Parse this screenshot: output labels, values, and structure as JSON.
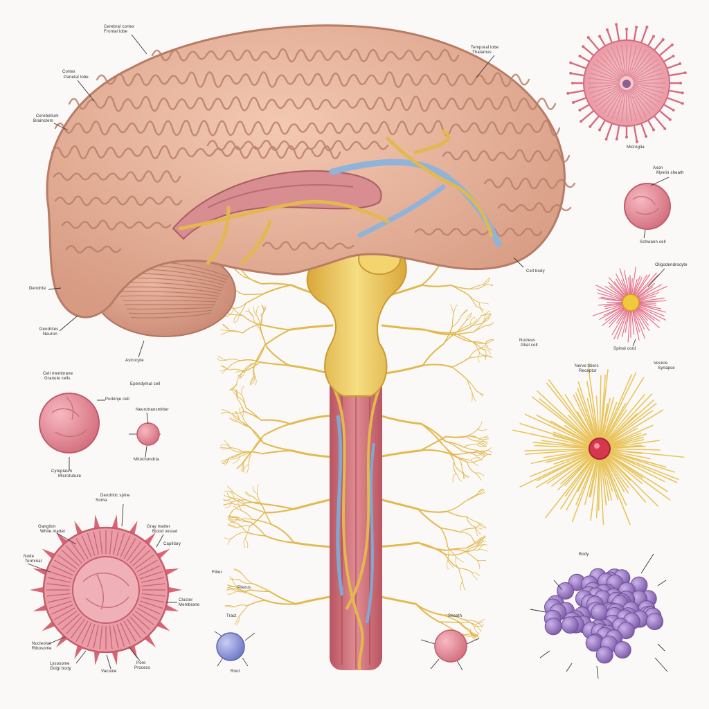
{
  "figure": {
    "palette": {
      "background": "#fbf9f7",
      "brain_cortex": "#e8b59b",
      "brain_fold_line": "#b97e69",
      "cerebellum": "#dca38e",
      "spinal_cord": "#cf6f78",
      "nerve_yellow": "#e9c45a",
      "vessel_blue": "#8fb3d9",
      "pink_cell": "#e58e9b",
      "purple_cluster": "#9a77c4",
      "blue_cell": "#8f97d6",
      "label_ink": "#2a2a2a"
    },
    "structures": [
      "cerebrum",
      "cerebellum",
      "brainstem",
      "spinal-cord",
      "nerve-branches",
      "spiky-cell-top-right",
      "round-cell-right",
      "star-cell-right",
      "large-yellow-star-cell",
      "pink-round-cell-left",
      "small-pink-cell-left",
      "large-spiked-cell-bottom-left",
      "blue-cell-bottom",
      "small-pink-cell-bottom",
      "purple-cluster"
    ],
    "labels": [
      "Cerebral cortex",
      "Frontal lobe",
      "Cortex",
      "Parietal lobe",
      "Cerebellum",
      "Brainstem",
      "Temporal lobe",
      "Thalamus",
      "Dendrite",
      "Dendrites",
      "Neuron",
      "Astrocyte",
      "Cell body",
      "Nucleus",
      "Glial cell",
      "Microglia",
      "Axon",
      "Myelin sheath",
      "Schwann cell",
      "Oligodendrocyte",
      "Spinal cord",
      "Nerve fibers",
      "Receptor",
      "Vesicle",
      "Synapse",
      "Cell membrane",
      "Granule cells",
      "Purkinje cell",
      "Ependymal cell",
      "Neurotransmitter",
      "Mitochondria",
      "Cytoplasm",
      "Microtubule",
      "Dendritic spine",
      "Soma",
      "Ganglion",
      "White matter",
      "Gray matter",
      "Blood vessel",
      "Capillary",
      "Node",
      "Terminal",
      "Cluster",
      "Membrane",
      "Nucleolus",
      "Ribosome",
      "Lysosome",
      "Golgi body",
      "Vacuole",
      "Pore",
      "Process",
      "Fiber",
      "Plexus",
      "Tract",
      "Root",
      "Sheath",
      "Body"
    ]
  }
}
